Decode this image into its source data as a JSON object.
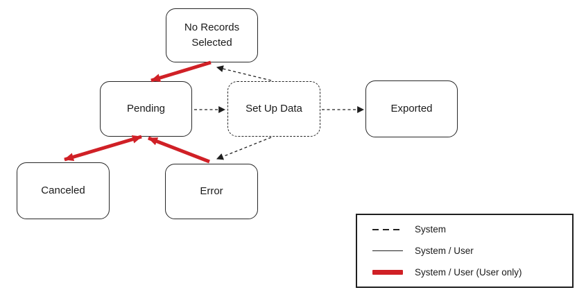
{
  "diagram": {
    "nodes": {
      "no_records_selected": {
        "label": "No Records Selected",
        "border": "solid"
      },
      "pending": {
        "label": "Pending",
        "border": "solid"
      },
      "set_up_data": {
        "label": "Set Up Data",
        "border": "dashed"
      },
      "exported": {
        "label": "Exported",
        "border": "solid"
      },
      "canceled": {
        "label": "Canceled",
        "border": "solid"
      },
      "error": {
        "label": "Error",
        "border": "solid"
      }
    },
    "edges": [
      {
        "from": "no_records_selected",
        "to": "pending",
        "type": "user (thick red)",
        "bidirectional": false
      },
      {
        "from": "pending",
        "to": "canceled",
        "type": "user (thick red)",
        "bidirectional": true
      },
      {
        "from": "error",
        "to": "pending",
        "type": "user (thick red)",
        "bidirectional": false
      },
      {
        "from": "pending",
        "to": "set_up_data",
        "type": "system (dashed)",
        "bidirectional": false
      },
      {
        "from": "set_up_data",
        "to": "exported",
        "type": "system (dashed)",
        "bidirectional": false
      },
      {
        "from": "set_up_data",
        "to": "no_records_selected",
        "type": "system (dashed)",
        "bidirectional": false
      },
      {
        "from": "set_up_data",
        "to": "error",
        "type": "system (dashed)",
        "bidirectional": false
      }
    ],
    "colors": {
      "user_arrow": "#d02026",
      "system_arrow": "#1f1f1f",
      "node_border": "#262626",
      "text": "#1a1a1a"
    }
  },
  "legend": {
    "items": [
      {
        "style": "dashed",
        "label": "System"
      },
      {
        "style": "solid",
        "label": "System / User"
      },
      {
        "style": "thick-red",
        "label": "System / User (User only)"
      }
    ]
  }
}
